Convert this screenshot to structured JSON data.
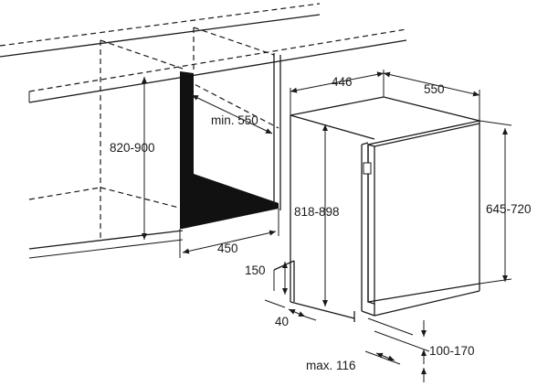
{
  "colors": {
    "line": "#1a1a1a",
    "fill": "#111111",
    "background": "#ffffff"
  },
  "labels": {
    "cabinet_depth": "446",
    "cabinet_width": "550",
    "niche_min_depth": "min. 550",
    "niche_height": "820-900",
    "appliance_height": "818-898",
    "door_height": "645-720",
    "niche_width": "450",
    "plinth_height": "150",
    "plinth_depth": "40",
    "plinth_set": "100-170",
    "max_offset": "max. 116"
  }
}
